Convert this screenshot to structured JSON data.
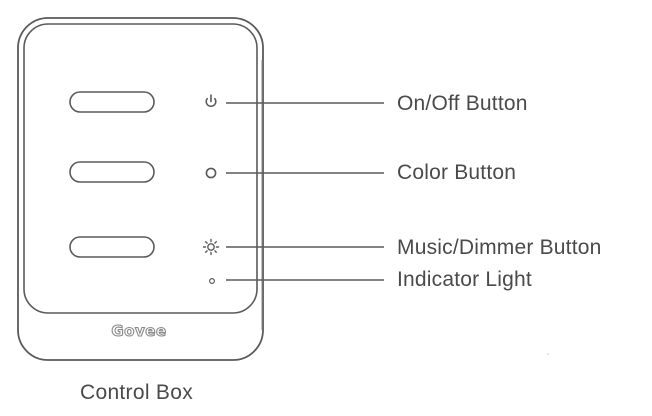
{
  "labels": {
    "on_off": "On/Off Button",
    "color": "Color Button",
    "music_dimmer": "Music/Dimmer Button",
    "indicator": "Indicator Light"
  },
  "caption": "Control Box",
  "brand": "Govee",
  "icons": {
    "power": "power-icon",
    "color": "circle-icon",
    "music_dimmer": "sun-icon",
    "indicator": "indicator-dot"
  },
  "colors": {
    "stroke": "#5a5a5a",
    "text": "#4a4a4a",
    "background": "#ffffff"
  }
}
